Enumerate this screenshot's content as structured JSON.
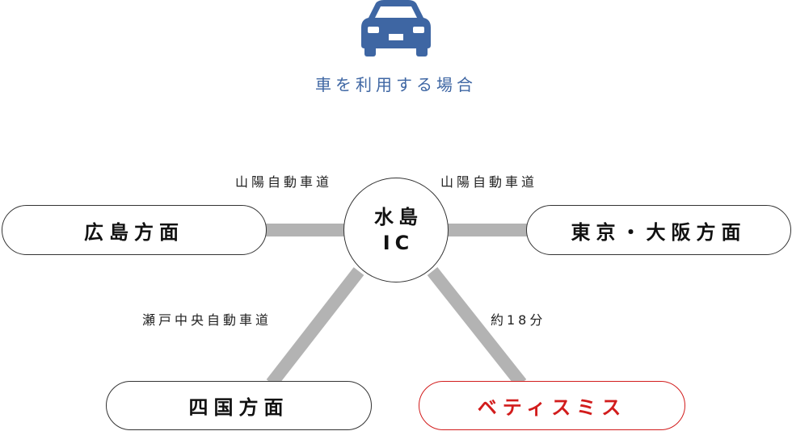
{
  "header": {
    "title": "車を利用する場合",
    "icon": "car-icon",
    "icon_color": "#3e66a3",
    "title_color": "#3e66a3"
  },
  "hub": {
    "line1": "水島",
    "line2": "IC"
  },
  "roads": {
    "left_top": "山陽自動車道",
    "right_top": "山陽自動車道",
    "left_bottom": "瀬戸中央自動車道",
    "right_bottom": "約18分"
  },
  "nodes": {
    "hiroshima": "広島方面",
    "tokyo_osaka": "東京・大阪方面",
    "shikoku": "四国方面",
    "destination": "ベティスミス"
  },
  "colors": {
    "road": "#b3b3b3",
    "border": "#333333",
    "destination": "#d21c1c"
  }
}
